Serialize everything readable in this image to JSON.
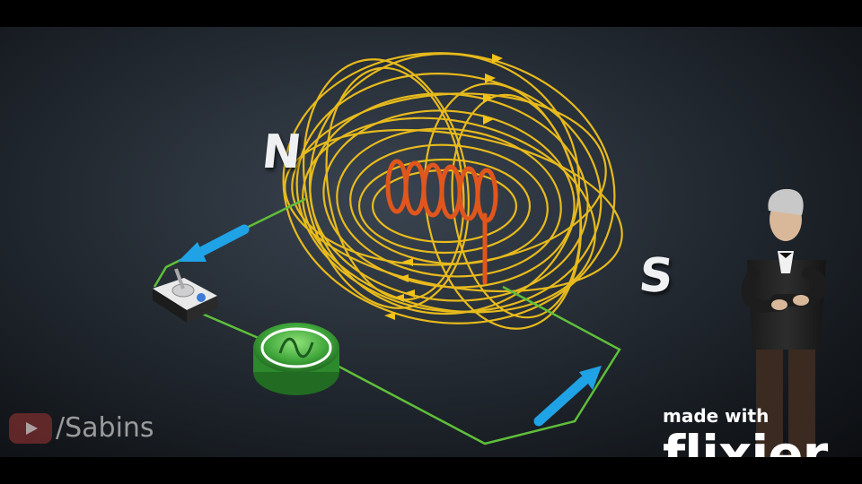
{
  "poles": {
    "north": "N",
    "south": "S"
  },
  "channel": {
    "logo_icon": "youtube-play-icon",
    "text": "/Sabins"
  },
  "watermark": {
    "line1": "made with",
    "brand": "flixier"
  },
  "colors": {
    "field_lines": "#f2c21b",
    "coil": "#e0561c",
    "wire": "#5fbf3a",
    "current_arrow": "#1fa3e6",
    "ac_source": "#3fa63a",
    "background": "#1c2229"
  },
  "components": {
    "coil": "solenoid-coil",
    "switch": "switch-box",
    "source": "ac-source-icon",
    "presenter": "presenter-figure"
  }
}
